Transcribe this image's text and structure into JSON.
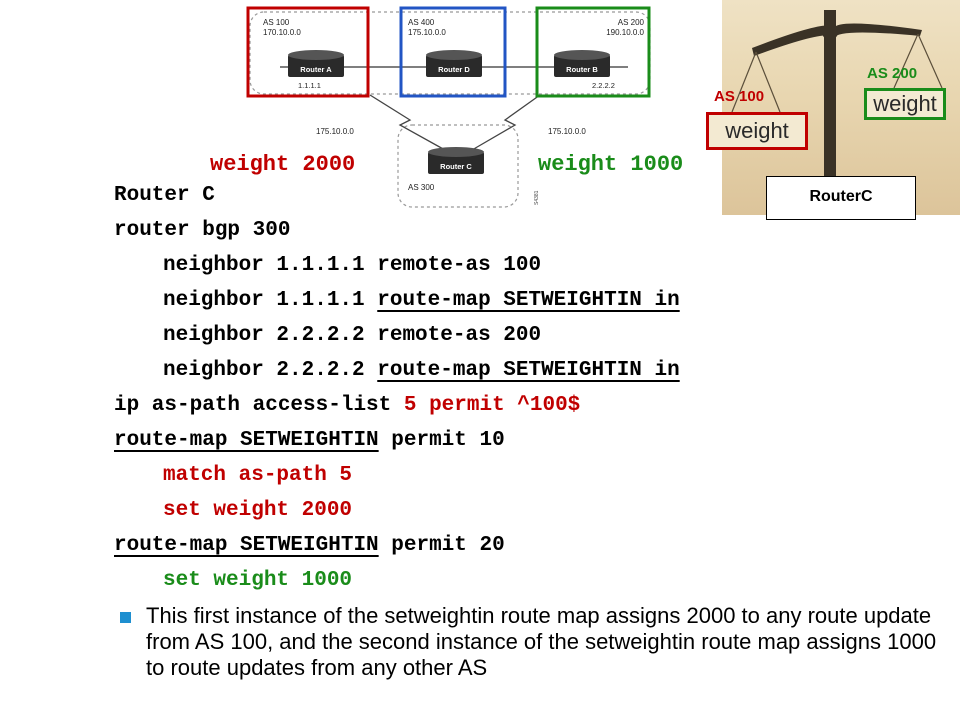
{
  "topology": {
    "router_a": {
      "as_label": "AS 100",
      "network": "170.10.0.0",
      "name": "Router A",
      "ip": "1.1.1.1"
    },
    "router_d": {
      "as_label": "AS 400",
      "network": "175.10.0.0",
      "name": "Router D"
    },
    "router_b": {
      "as_label": "AS 200",
      "network": "190.10.0.0",
      "name": "Router B",
      "ip": "2.2.2.2"
    },
    "router_c": {
      "as_label": "AS 300",
      "name": "Router C"
    },
    "link_left_label": "175.10.0.0",
    "link_right_label": "175.10.0.0",
    "figure_id": "S4381",
    "colors": {
      "as100": "#c00000",
      "as400": "#2255c4",
      "as200": "#1a8c1a"
    }
  },
  "captions": {
    "left": "weight 2000",
    "right": "weight 1000"
  },
  "scale": {
    "left_as": "AS 100",
    "left_weight": "weight",
    "right_as": "AS 200",
    "right_weight": "weight",
    "router_label": "RouterC"
  },
  "config": {
    "title": "Router C",
    "bgp": "router bgp 300",
    "n1_prefix": "neighbor 1.1.1.1 ",
    "n1_value": "remote-as 100",
    "n2_prefix": "neighbor 1.1.1.1 ",
    "n2_value": "route-map SETWEIGHTIN in",
    "n3_prefix": "neighbor 2.2.2.2 ",
    "n3_value": "remote-as 200",
    "n4_prefix": "neighbor 2.2.2.2 ",
    "n4_value": "route-map SETWEIGHTIN in",
    "acl_prefix": "ip as-path access-list ",
    "acl_value": "5 permit ^100$",
    "rm1_name": "route-map SETWEIGHTIN",
    "rm1_rest": " permit 10",
    "match": "match as-path 5",
    "set1": "set weight 2000",
    "rm2_name": "route-map SETWEIGHTIN",
    "rm2_rest": " permit 20",
    "set2": "set weight 1000"
  },
  "bullet": {
    "text": "This first instance of the setweightin route map assigns 2000 to any route update from AS 100, and the second instance of the setweightin route map assigns 1000 to route updates from any other AS"
  }
}
